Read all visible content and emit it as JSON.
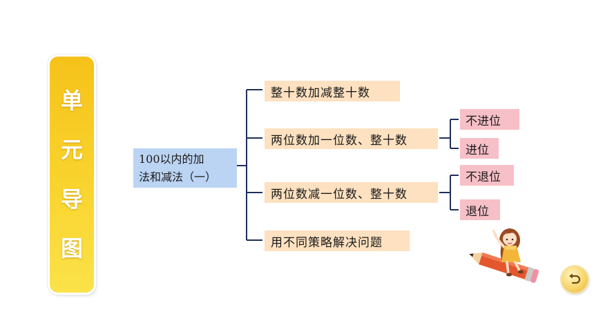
{
  "banner": {
    "chars": [
      "单",
      "元",
      "导",
      "图"
    ]
  },
  "mindmap": {
    "root": {
      "line1": "100以内的加",
      "line2": "法和减法（一）"
    },
    "branches": [
      {
        "label": "整十数加减整十数",
        "children": []
      },
      {
        "label": "两位数加一位数、整十数",
        "children": [
          "不进位",
          "进位"
        ]
      },
      {
        "label": "两位数减一位数、整十数",
        "children": [
          "不退位",
          "退位"
        ]
      },
      {
        "label": "用不同策略解决问题",
        "children": []
      }
    ]
  },
  "colors": {
    "banner": "#f6c21a",
    "root_fill": "#bcd4f3",
    "branch_fill": "#fde1c0",
    "leaf_fill": "#f7bfc7",
    "connector": "#1e2f5a"
  },
  "icons": {
    "back": "return-arrow-icon",
    "mascot": "girl-riding-pencil"
  }
}
